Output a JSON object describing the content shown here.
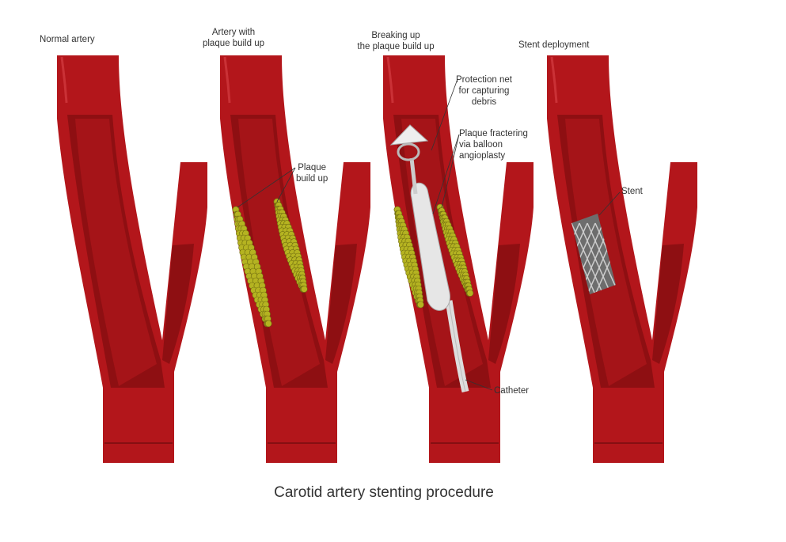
{
  "panels": [
    {
      "title": "Normal artery"
    },
    {
      "title_line1": "Artery with",
      "title_line2": "plaque build up"
    },
    {
      "title_line1": "Breaking up",
      "title_line2": "the plaque build up"
    },
    {
      "title": "Stent deployment"
    }
  ],
  "annotations": {
    "plaque_line1": "Plaque",
    "plaque_line2": "build up",
    "net_line1": "Protection net",
    "net_line2": "for capturing",
    "net_line3": "debris",
    "balloon_line1": "Plaque fractering",
    "balloon_line2": "via balloon",
    "balloon_line3": "angioplasty",
    "catheter": "Catheter",
    "stent": "Stent"
  },
  "caption": "Carotid artery stenting procedure",
  "colors": {
    "artery": "#b3161b",
    "artery_dark": "#8e0f12",
    "plaque": "#b5b321",
    "balloon": "#e6e6e6"
  }
}
